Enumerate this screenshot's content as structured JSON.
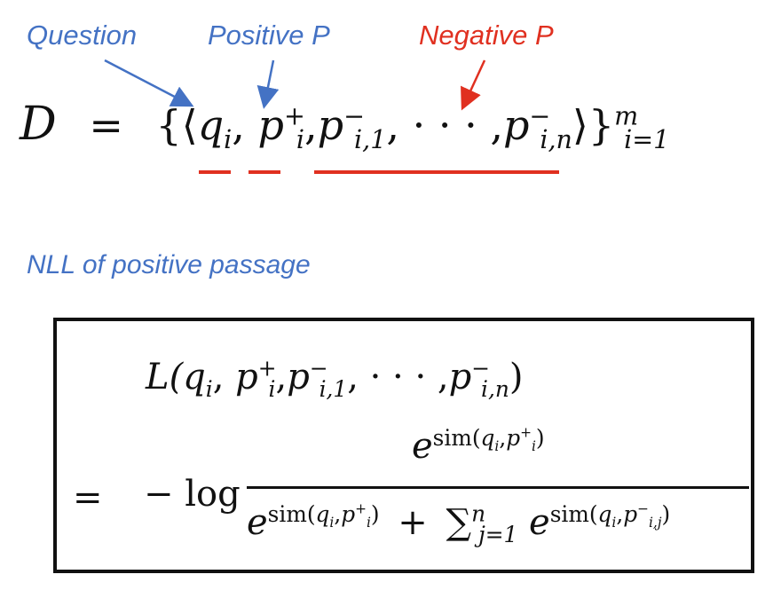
{
  "labels": {
    "question": "Question",
    "positive": "Positive P",
    "negative": "Negative P",
    "nll": "NLL of positive passage"
  },
  "colors": {
    "blue": "#4472c4",
    "red": "#e03020",
    "ink": "#111111",
    "box_border": "#111111"
  },
  "dataset_eq": {
    "symbol": "D",
    "equals": "=",
    "open": "{⟨",
    "q": "q",
    "q_sub": "i",
    "comma": ",",
    "p": "p",
    "pos_sub": "i",
    "pos_sup": "+",
    "neg1_sub": "i,1",
    "neg_sup": "−",
    "dots": "· · ·",
    "negn_sub": "i,n",
    "close": "⟩}",
    "range_sup": "m",
    "range_sub": "i=1"
  },
  "loss_eq": {
    "lhs": "L(",
    "q": "q",
    "q_sub": "i",
    "comma": ",",
    "p": "p",
    "pos_sub": "i",
    "pos_sup": "+",
    "neg_sup": "−",
    "neg1_sub": "i,1",
    "dots": "· · ·",
    "negn_sub": "i,n",
    "close_paren": ")",
    "equals": "=",
    "minus_log": "− log",
    "e": "e",
    "sim_open": "sim(",
    "sim_close": ")",
    "plus": "+",
    "sum": "∑",
    "sum_sup": "n",
    "sum_sub": "j=1",
    "negj_sub": "i,j"
  }
}
